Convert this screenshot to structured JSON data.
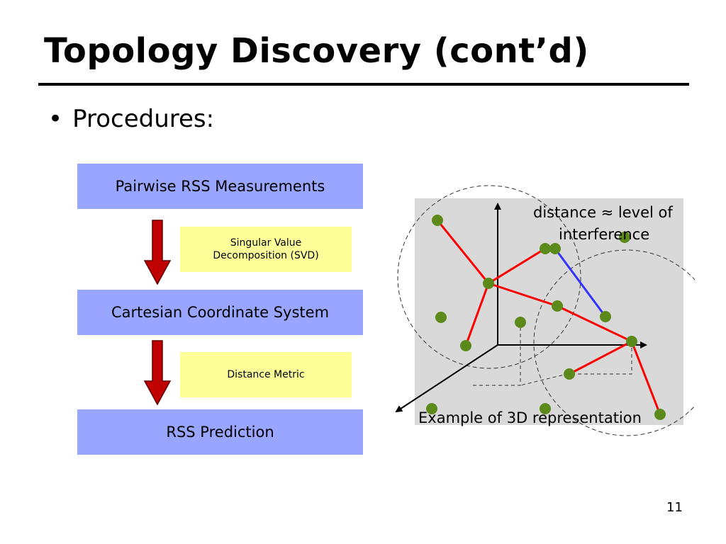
{
  "slide": {
    "title": "Topology Discovery (cont’d)",
    "bullet": "Procedures:",
    "page_number": "11"
  },
  "flow": {
    "step1": "Pairwise RSS Measurements",
    "note1": [
      "Singular Value",
      "Decomposition (SVD)"
    ],
    "step2": "Cartesian Coordinate System",
    "note2": "Distance Metric",
    "step3": "RSS Prediction"
  },
  "figure": {
    "annotation_line1": "distance ≈ level of",
    "annotation_line2": "interference",
    "caption": "Example of 3D representation"
  },
  "colors": {
    "flow_box": "#99a6ff",
    "note_box": "#ffff99",
    "arrow": "#c00000",
    "panel": "#d9d9d9",
    "node": "#5b8a1a",
    "link": "#ff0000",
    "highlight_link": "#3333ff"
  }
}
